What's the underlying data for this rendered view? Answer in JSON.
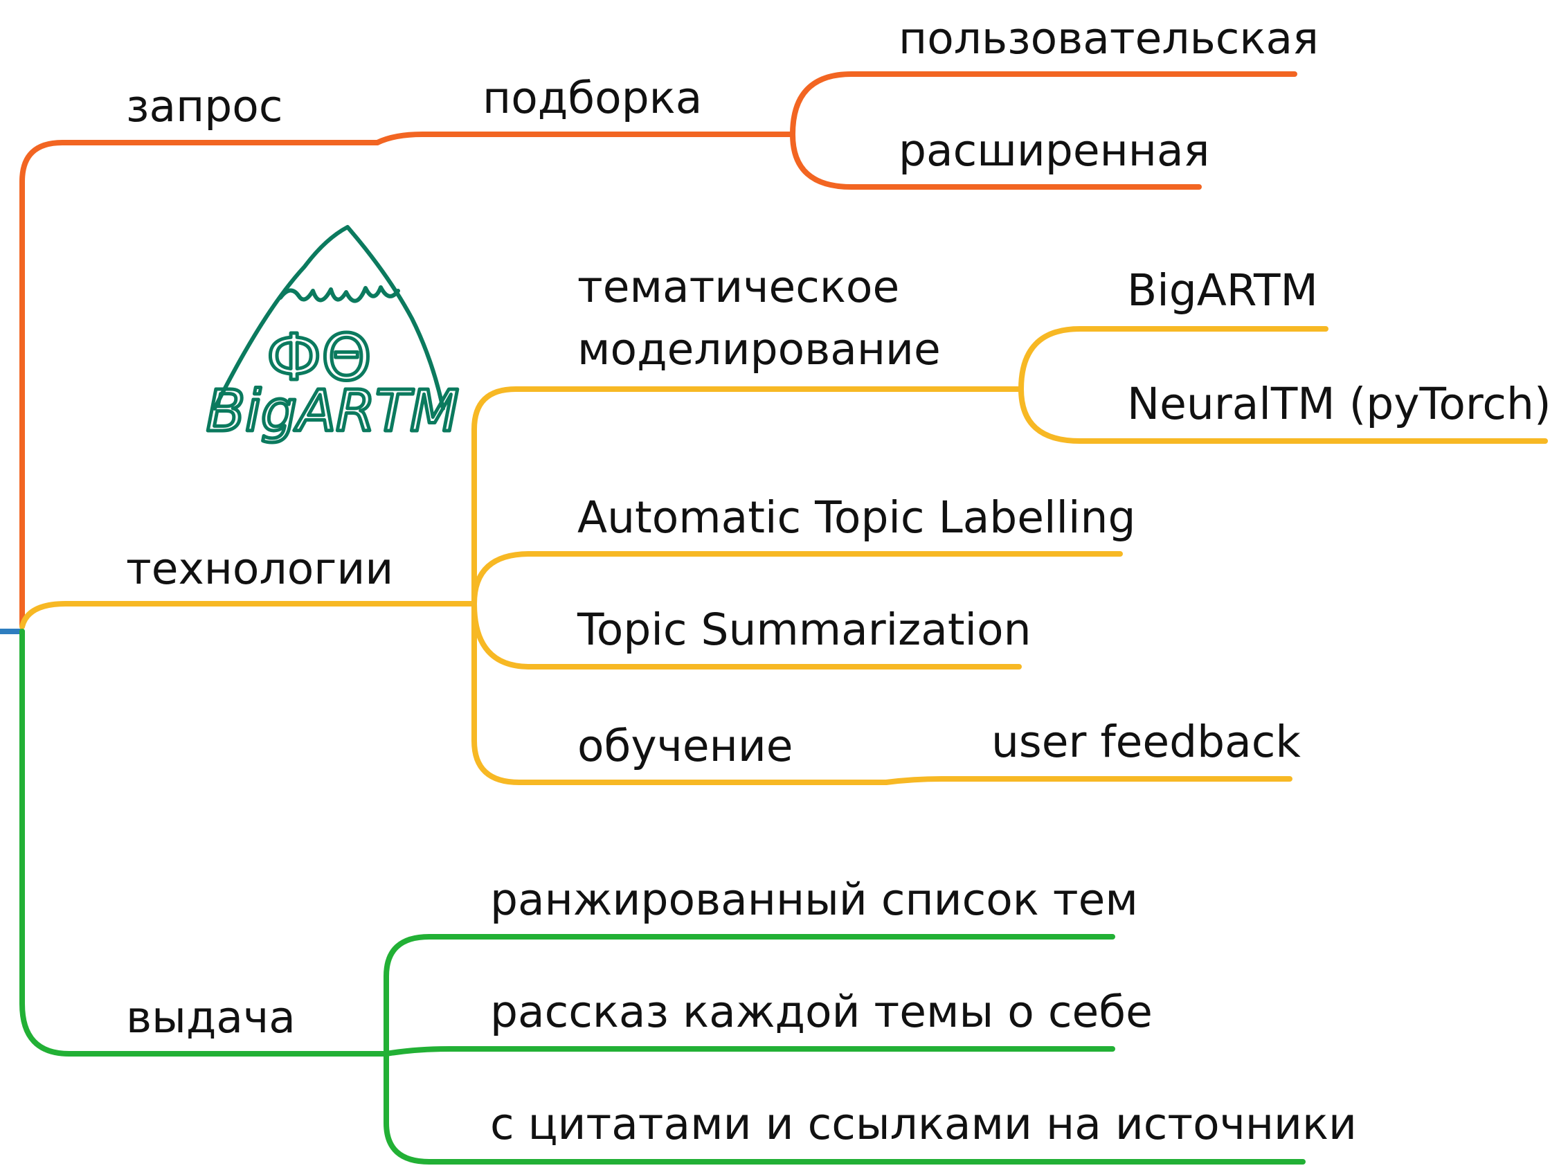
{
  "colors": {
    "root_stub": "#2e7dbf",
    "branch_zapros": "#f26522",
    "branch_tech": "#f7b824",
    "branch_vydacha": "#22b035",
    "logo": "#0b7a5e"
  },
  "nodes": {
    "zapros": "запрос",
    "podborka": "подборка",
    "polzovatelskaya": "пользовательская",
    "rasshirennaya": "расширенная",
    "tekhnologii": "технологии",
    "tematicheskoe": "тематическое\nмоделирование",
    "bigartm": "BigARTM",
    "neuraltm": "NeuralTM (pyTorch)",
    "atl": "Automatic Topic Labelling",
    "summarization": "Topic Summarization",
    "obuchenie": "обучение",
    "user_feedback": "user feedback",
    "vydacha": "выдача",
    "ranked_list": "ранжированный список тем",
    "rasskaz": "рассказ каждой темы о себе",
    "citaty": "с цитатами и ссылками на источники"
  },
  "logo": {
    "icon": "bigartm-mountain-logo",
    "text": "BigARTM",
    "letters": "ФΘ"
  }
}
